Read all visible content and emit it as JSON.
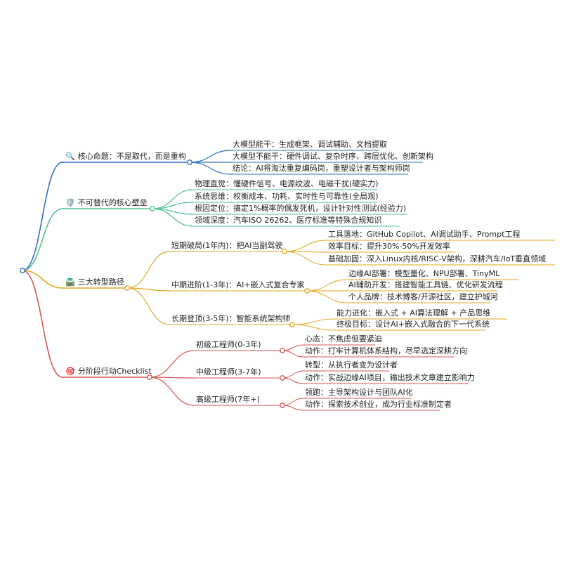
{
  "branches": [
    {
      "label": "核心命题：不是取代，而是重构",
      "icon": "magnifier-icon",
      "glyph": "🔍",
      "color": "#2f6fc1",
      "children": [
        {
          "label": "大模型能干：生成框架、调试辅助、文档提取"
        },
        {
          "label": "大模型不能干：硬件调试、复杂时序、跨层优化、创新架构"
        },
        {
          "label": "结论：AI将淘汰重复编码岗，重塑设计者与架构师岗"
        }
      ]
    },
    {
      "label": "不可替代的核心壁垒",
      "icon": "shield-icon",
      "glyph": "🛡️",
      "color": "#4cc38a",
      "children": [
        {
          "label": "物理直觉：懂硬件信号、电源纹波、电磁干扰(硬实力)"
        },
        {
          "label": "系统思维：权衡成本、功耗、实时性与可靠性(全局观)"
        },
        {
          "label": "根因定位：搞定1%概率的偶发死机，设计针对性测试(经验力)"
        },
        {
          "label": "领域深度：汽车ISO 26262、医疗标准等特殊合规知识"
        }
      ]
    },
    {
      "label": "三大转型路径",
      "icon": "road-icon",
      "glyph": "🛣️",
      "color": "#e0a81e",
      "children": [
        {
          "label": "短期破局(1年内)：把AI当副驾驶",
          "children": [
            {
              "label": "工具落地：GitHub Copilot、AI调试助手、Prompt工程"
            },
            {
              "label": "效率目标：提升30%-50%开发效率"
            },
            {
              "label": "基础加固：深入Linux内核/RISC-V架构，深耕汽车/IoT垂直领域"
            }
          ]
        },
        {
          "label": "中期进阶(1-3年)：AI+嵌入式复合专家",
          "children": [
            {
              "label": "边缘AI部署：模型量化、NPU部署、TinyML"
            },
            {
              "label": "AI辅助开发：搭建智能工具链、优化研发流程"
            },
            {
              "label": "个人品牌：技术博客/开源社区，建立护城河"
            }
          ]
        },
        {
          "label": "长期登顶(3-5年)：智能系统架构师",
          "children": [
            {
              "label": "能力进化：嵌入式 + AI算法理解 + 产品思维"
            },
            {
              "label": "终极目标：设计AI+嵌入式融合的下一代系统"
            }
          ]
        }
      ]
    },
    {
      "label": "分阶段行动Checklist",
      "icon": "target-icon",
      "glyph": "🎯",
      "color": "#d9534f",
      "children": [
        {
          "label": "初级工程师(0-3年)",
          "children": [
            {
              "label": "心态：不焦虑但要紧迫"
            },
            {
              "label": "动作：打牢计算机体系结构，尽早选定深耕方向"
            }
          ]
        },
        {
          "label": "中级工程师(3-7年)",
          "children": [
            {
              "label": "转型：从执行者变为设计者"
            },
            {
              "label": "动作：实战边缘AI项目，输出技术文章建立影响力"
            }
          ]
        },
        {
          "label": "高级工程师(7年+)",
          "children": [
            {
              "label": "领跑：主导架构设计与团队AI化"
            },
            {
              "label": "动作：探索技术创业，成为行业标准制定者"
            }
          ]
        }
      ]
    }
  ]
}
